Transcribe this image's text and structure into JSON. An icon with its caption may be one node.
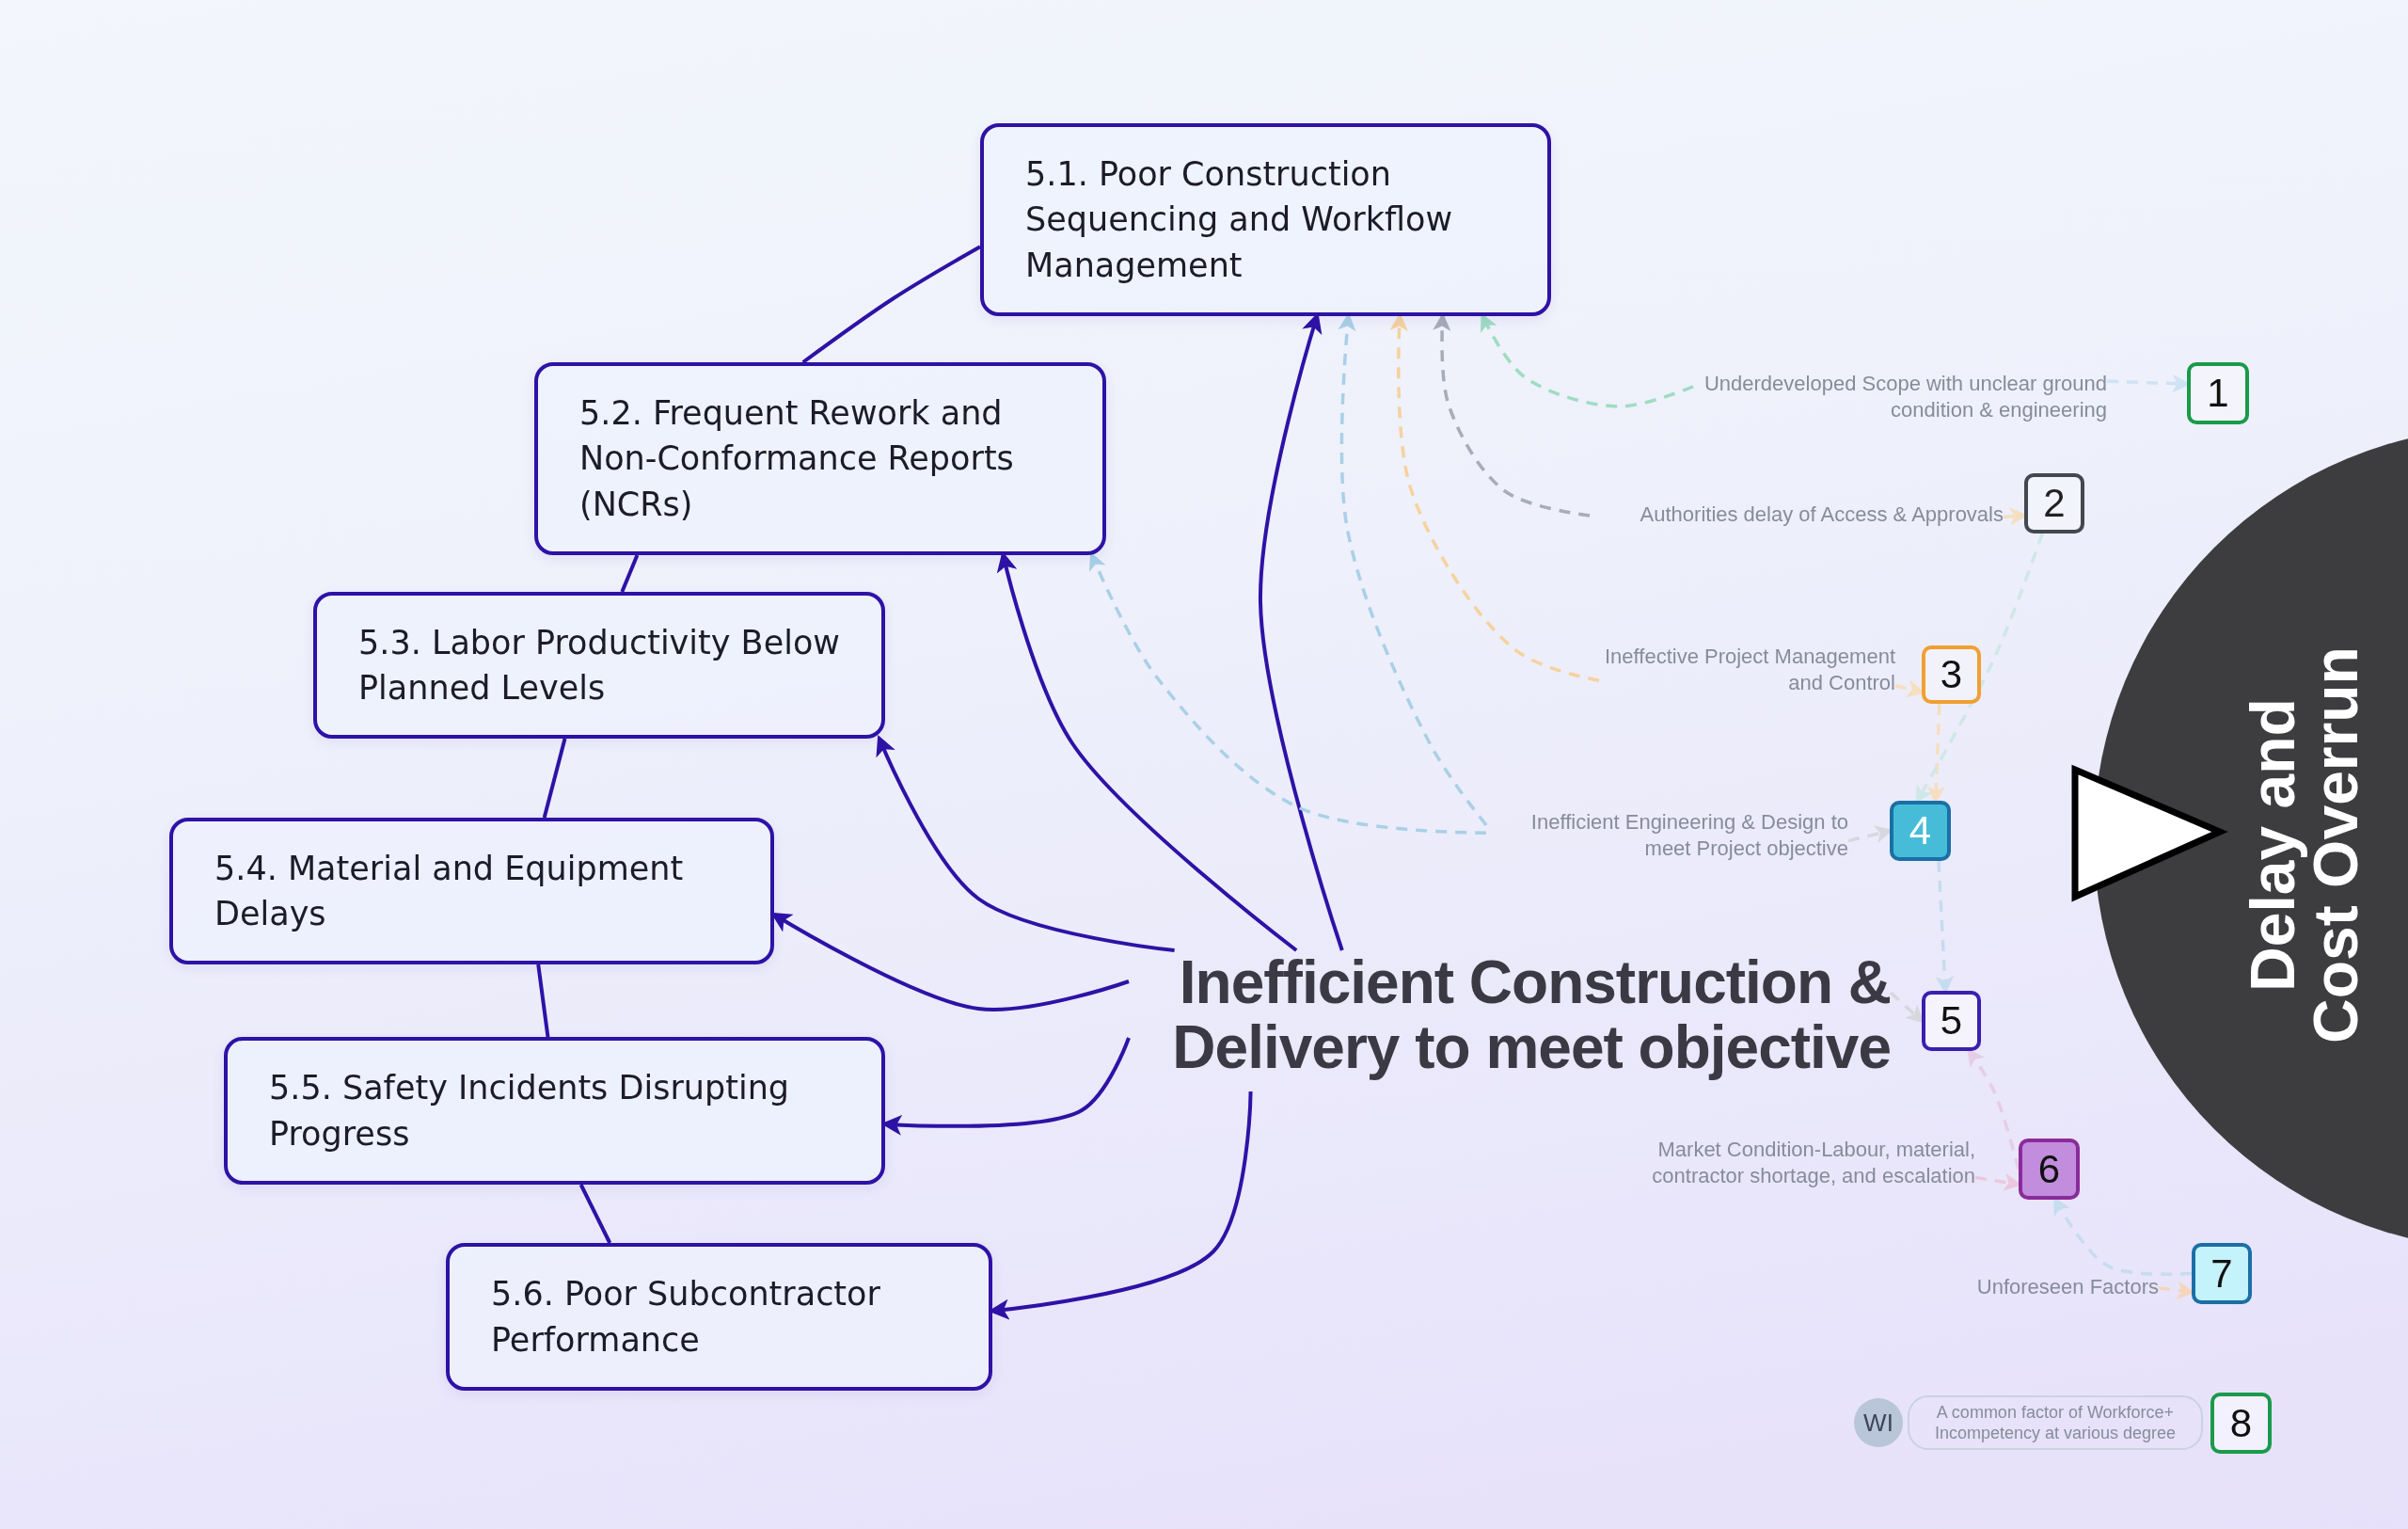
{
  "diagram": {
    "nodes": [
      {
        "text": [
          "5.1. Poor Construction Sequencing and Workflow Management"
        ]
      },
      {
        "text": [
          "5.2. Frequent Rework and Non-Conformance Reports (NCRs)"
        ]
      },
      {
        "text": [
          "5.3. Labor Productivity Below Planned Levels"
        ]
      },
      {
        "text": [
          "5.4. Material and Equipment Delays"
        ]
      },
      {
        "text": [
          "5.5. Safety Incidents Disrupting Progress"
        ]
      },
      {
        "text": [
          "5.6. Poor Subcontractor Performance"
        ]
      },
      {
        "text": [
          "Inefficient Construction & Delivery to meet objective"
        ]
      },
      {
        "text": [
          "Underdeveloped Scope with unclear ground condition & engineering"
        ]
      },
      {
        "text": [
          "1"
        ]
      },
      {
        "text": [
          "Authorities delay of Access & Approvals"
        ]
      },
      {
        "text": [
          "2"
        ]
      },
      {
        "text": [
          "Ineffective Project Management and Control"
        ]
      },
      {
        "text": [
          "3"
        ]
      },
      {
        "text": [
          "Inefficient Engineering & Design to meet Project objective"
        ]
      },
      {
        "text": [
          "4"
        ]
      },
      {
        "text": [
          "5"
        ]
      },
      {
        "text": [
          "Market Condition-Labour, material, contractor shortage, and escalation"
        ]
      },
      {
        "text": [
          "6"
        ]
      },
      {
        "text": [
          "Unforeseen Factors"
        ]
      },
      {
        "text": [
          "7"
        ]
      },
      {
        "text": [
          "WI"
        ]
      },
      {
        "text": [
          "A common factor of Workforce+ Incompetency at various degree"
        ]
      },
      {
        "text": [
          "8"
        ]
      },
      {
        "text": [
          "Delay and Cost Overrun"
        ]
      },
      {
        "text": [],
        "shape": "triangle"
      }
    ],
    "edges": [
      {
        "from": 6,
        "to": 0,
        "arrow": "to"
      },
      {
        "from": 6,
        "to": 1,
        "arrow": "to"
      },
      {
        "from": 6,
        "to": 2,
        "arrow": "to"
      },
      {
        "from": 6,
        "to": 3,
        "arrow": "to"
      },
      {
        "from": 6,
        "to": 4,
        "arrow": "to"
      },
      {
        "from": 6,
        "to": 5,
        "arrow": "to"
      },
      {
        "from": 1,
        "to": 0,
        "arrow": "none"
      },
      {
        "from": 1,
        "to": 2,
        "arrow": "none"
      },
      {
        "from": 2,
        "to": 3,
        "arrow": "none"
      },
      {
        "from": 3,
        "to": 4,
        "arrow": "none"
      },
      {
        "from": 4,
        "to": 5,
        "arrow": "none"
      },
      {
        "from": 7,
        "to": 0,
        "arrow": "to",
        "style": "dashed",
        "color": "#9fdcc2"
      },
      {
        "from": 9,
        "to": 0,
        "arrow": "to",
        "style": "dashed",
        "color": "#a6adb8"
      },
      {
        "from": 11,
        "to": 0,
        "arrow": "to",
        "style": "dashed",
        "color": "#f5d29e"
      },
      {
        "from": 13,
        "to": 0,
        "arrow": "to",
        "style": "dashed",
        "color": "#a9d0e6"
      },
      {
        "from": 13,
        "to": 1,
        "arrow": "to",
        "style": "dashed",
        "color": "#a9d0e6"
      },
      {
        "from": 7,
        "to": 8,
        "arrow": "to",
        "style": "dashed",
        "color": "#cfe3f3"
      },
      {
        "from": 9,
        "to": 10,
        "arrow": "to",
        "style": "dashed",
        "color": "#f5dfc0"
      },
      {
        "from": 11,
        "to": 12,
        "arrow": "to",
        "style": "dashed",
        "color": "#f5dfc0"
      },
      {
        "from": 13,
        "to": 14,
        "arrow": "to",
        "style": "dashed",
        "color": "#d6d8de"
      },
      {
        "from": 16,
        "to": 17,
        "arrow": "to",
        "style": "dashed",
        "color": "#ecc8dc"
      },
      {
        "from": 18,
        "to": 19,
        "arrow": "to",
        "style": "dashed",
        "color": "#f5d6bc"
      },
      {
        "from": 6,
        "to": 15,
        "arrow": "to",
        "style": "dashed",
        "color": "#d6d8de"
      },
      {
        "from": 12,
        "to": 14,
        "arrow": "to",
        "style": "dashed",
        "color": "#f5dfc0"
      },
      {
        "from": 10,
        "to": 14,
        "arrow": "to",
        "style": "dashed",
        "color": "#cfe8e6"
      },
      {
        "from": 14,
        "to": 15,
        "arrow": "to",
        "style": "dashed",
        "color": "#c6dcef"
      },
      {
        "from": 17,
        "to": 15,
        "arrow": "to",
        "style": "dashed",
        "color": "#e6cde6"
      },
      {
        "from": 19,
        "to": 17,
        "arrow": "to",
        "style": "dashed",
        "color": "#c6dcef"
      }
    ]
  }
}
